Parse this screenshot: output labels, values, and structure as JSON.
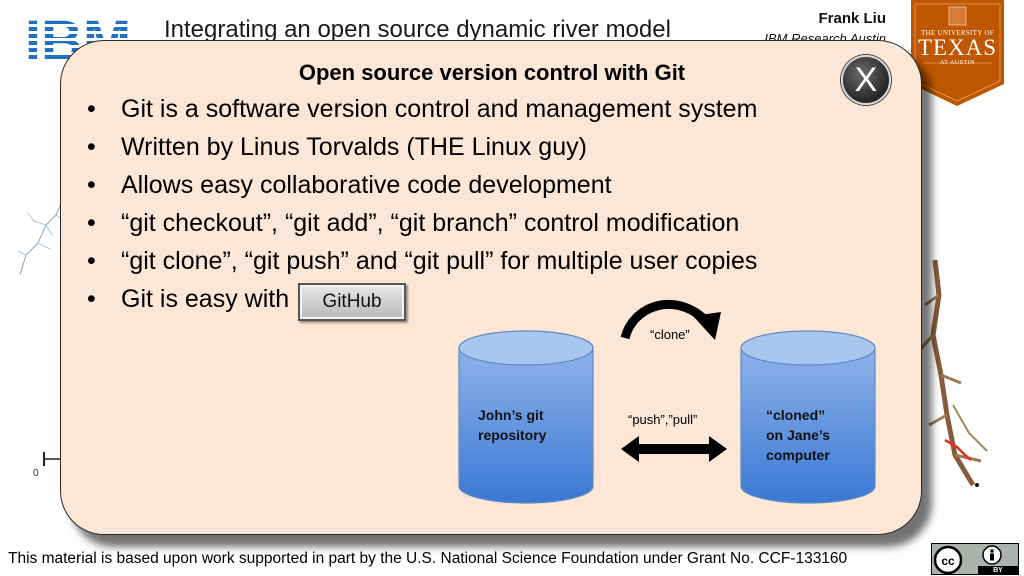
{
  "header": {
    "logo_text": "IBM",
    "title": "Integrating an open source dynamic river model",
    "author": "Frank Liu",
    "affiliation": "IBM Research Austin"
  },
  "university_badge": {
    "line1": "THE UNIVERSITY OF",
    "line2": "TEXAS",
    "line3": "AT AUSTIN",
    "color": "#bf5700"
  },
  "background": {
    "scale_zero": "0"
  },
  "popup": {
    "title": "Open source version control with Git",
    "close_label": "X",
    "bullets": [
      "Git is a software version control and management system",
      "Written by Linus Torvalds (THE Linux guy)",
      "Allows easy collaborative code development",
      "“git checkout”, “git add”, “git branch” control modification",
      "“git clone”, “git push” and “git pull” for multiple user copies",
      "Git is easy with"
    ],
    "github_button": "GitHub",
    "background_color": "#fce6d6"
  },
  "diagram": {
    "left_repo": [
      "John’s git",
      "repository"
    ],
    "right_repo": [
      "“cloned”",
      "on Jane’s",
      "computer"
    ],
    "clone_label": "“clone”",
    "push_pull_label": "“push”,”pull”",
    "cylinder_color": "#4a86d8"
  },
  "footer": {
    "text": "This material is based upon work supported in part by the U.S. National Science Foundation under Grant No. CCF-133160",
    "license_label": "BY"
  }
}
